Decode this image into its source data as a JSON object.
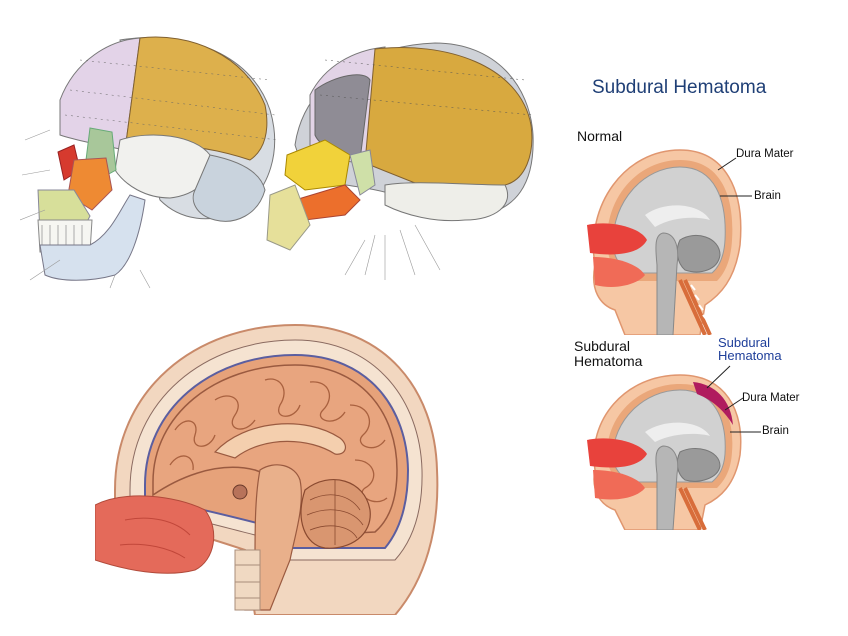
{
  "title": "Subdural Hematoma",
  "normal_panel": {
    "heading": "Normal",
    "labels": {
      "dura_mater": "Dura Mater",
      "brain": "Brain"
    }
  },
  "hematoma_panel": {
    "heading_line1": "Subdural",
    "heading_line2": "Hematoma",
    "callout_line1": "Subdural",
    "callout_line2": "Hematoma",
    "labels": {
      "dura_mater": "Dura Mater",
      "brain": "Brain"
    }
  },
  "colors": {
    "title": "#1f3f76",
    "frontal_bone": "#e0b24a",
    "parietal_bone": "#e3d8ee",
    "sphenoid_bone": "#f07a30",
    "hematoma": "#b01c5e",
    "skin": "#f4c9a6",
    "brain_gray": "#cfcfcf"
  }
}
